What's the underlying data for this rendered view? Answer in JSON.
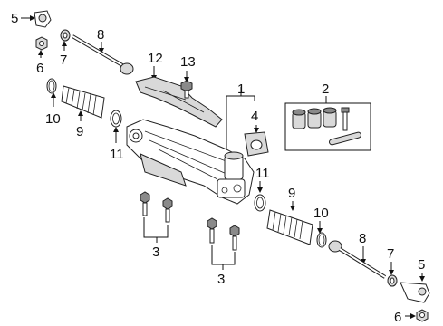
{
  "callouts": {
    "c1": "1",
    "c2": "2",
    "c3a": "3",
    "c3b": "3",
    "c4": "4",
    "c5a": "5",
    "c5b": "5",
    "c6a": "6",
    "c6b": "6",
    "c7a": "7",
    "c7b": "7",
    "c8a": "8",
    "c8b": "8",
    "c9a": "9",
    "c9b": "9",
    "c10a": "10",
    "c10b": "10",
    "c11a": "11",
    "c11b": "11",
    "c12": "12",
    "c13": "13"
  }
}
